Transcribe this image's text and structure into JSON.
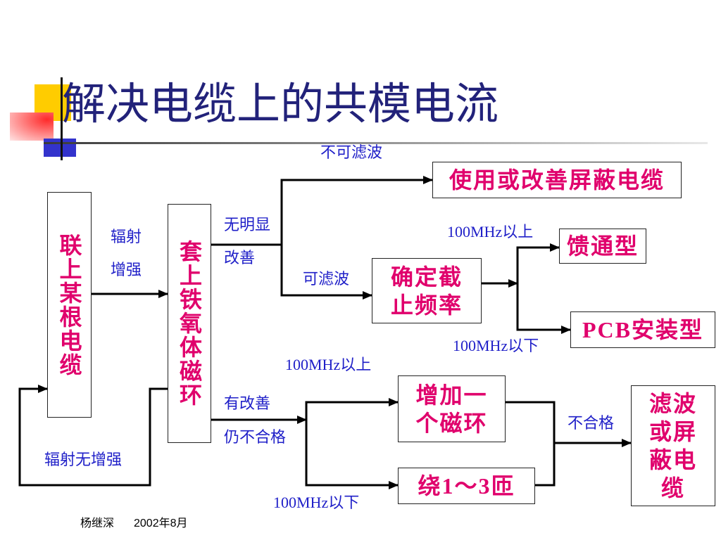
{
  "colors": {
    "title": "#22227a",
    "node_text": "#e0006c",
    "label_text": "#1f1fc8",
    "line": "#000000",
    "accent_yellow": "#ffcc00",
    "accent_red": "#ff2a2a",
    "accent_blue": "#3333cc"
  },
  "slide": {
    "title": "解决电缆上的共模电流",
    "footer": {
      "author": "杨继深",
      "date": "2002年8月"
    }
  },
  "nodes": {
    "cable": {
      "text": "联上某根电缆"
    },
    "ferrite": {
      "text": "套上铁氧体磁环"
    },
    "shielded_cable": {
      "text": "使用或改善屏蔽电缆"
    },
    "cutoff_freq": {
      "lines": [
        "确定截",
        "止频率"
      ]
    },
    "feedthrough": {
      "text": "馈通型"
    },
    "pcb_mount": {
      "text": "PCB安装型"
    },
    "add_ring": {
      "lines": [
        "增加一",
        "个磁环"
      ]
    },
    "wind_turns": {
      "text": "绕1～3匝"
    },
    "filter_or_shield": {
      "lines": [
        "滤波",
        "或屏",
        "蔽电",
        "缆"
      ]
    }
  },
  "edges": {
    "radiation_increased": [
      "辐射",
      "增强"
    ],
    "radiation_not_increased": "辐射无增强",
    "not_filterable": "不可滤波",
    "no_obvious_improvement": [
      "无明显",
      "改善"
    ],
    "filterable": "可滤波",
    "above_100mhz_feedthrough": "100MHz以上",
    "below_100mhz_pcb": "100MHz以下",
    "above_100mhz_ring": "100MHz以上",
    "improved_still_failing": [
      "有改善",
      "仍不合格"
    ],
    "fail": "不合格",
    "below_100mhz_turns": "100MHz以下"
  }
}
